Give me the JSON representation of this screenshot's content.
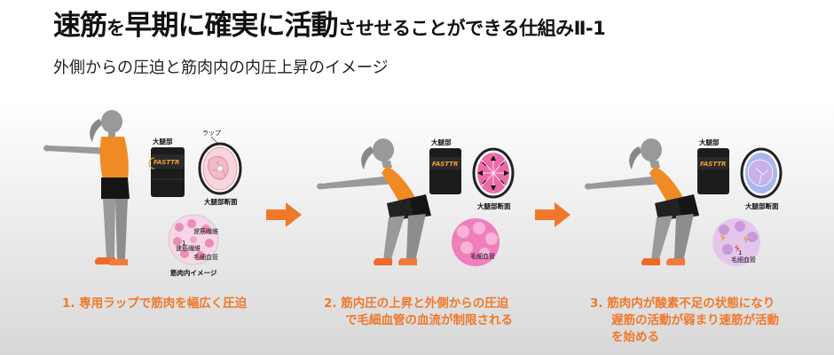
{
  "title": {
    "parts": [
      "速筋",
      "を",
      "早期に確実に活動",
      "させせることができる",
      "仕組みⅡ-1"
    ]
  },
  "subtitle": "外側からの圧迫と筋肉内の内圧上昇のイメージ",
  "labels": {
    "thigh": "大腿部",
    "wrap": "ラップ",
    "cross_section": "大腿部断面",
    "slow_fiber": "遅筋繊維",
    "fast_fiber": "速筋繊維",
    "capillary": "毛細血管",
    "muscle_image": "筋肉内イメージ",
    "brand": "FASTTR",
    "marker": "1"
  },
  "steps": [
    {
      "lines": [
        "1.  専用ラップで筋肉を幅広く圧迫"
      ]
    },
    {
      "lines": [
        "2.  筋内圧の上昇と外側からの圧迫",
        "で毛細血管の血流が制限される"
      ]
    },
    {
      "lines": [
        "3.  筋肉内が酸素不足の状態になり",
        "遅筋の活動が弱まり速筋が活動",
        "を始める"
      ]
    }
  ],
  "colors": {
    "accent": "#f0782a",
    "skin": "#999999",
    "shirt": "#f08a24",
    "shorts": "#151515"
  },
  "icons": [
    "arrow-right-icon",
    "arrow-right-icon"
  ]
}
